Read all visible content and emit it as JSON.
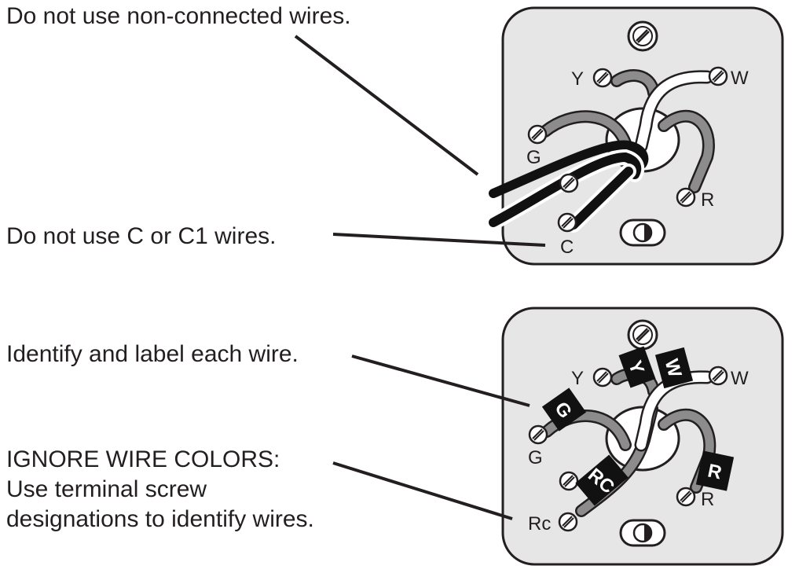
{
  "captions": {
    "non_connected": "Do not use non-connected wires.",
    "c_wires": "Do not use C or C1 wires.",
    "identify": "Identify and label each wire.",
    "ignore_colors_heading": "IGNORE WIRE COLORS:",
    "ignore_colors_body": "Use terminal screw designations to identify wires."
  },
  "top_panel": {
    "terminals": {
      "y": "Y",
      "w": "W",
      "g": "G",
      "r": "R",
      "c": "C"
    }
  },
  "bottom_panel": {
    "terminals": {
      "y": "Y",
      "w": "W",
      "g": "G",
      "r": "R",
      "rc": "Rc"
    },
    "tags": {
      "y": "Y",
      "w": "W",
      "g": "G",
      "r": "R",
      "rc": "RC"
    }
  },
  "colors": {
    "panel_fill": "#e6e6e6",
    "outline": "#231f20",
    "grey_wire": "#8c8c8c",
    "white_wire": "#ffffff",
    "black_wire": "#111111"
  }
}
